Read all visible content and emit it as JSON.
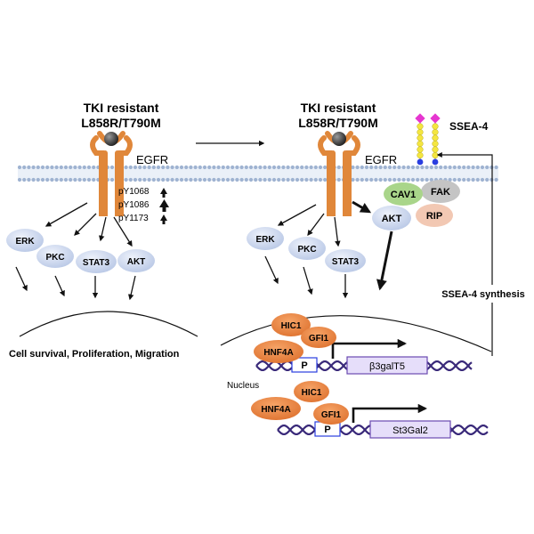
{
  "left_panel": {
    "title_line1": "TKI resistant",
    "title_line2": "L858R/T790M",
    "receptor_label": "EGFR",
    "phospho_sites": [
      "pY1068",
      "pY1086",
      "pY1173"
    ],
    "effectors": [
      "ERK",
      "PKC",
      "STAT3",
      "AKT"
    ],
    "outcome": "Cell survival,  Proliferation,  Migration"
  },
  "right_panel": {
    "title_line1": "TKI resistant",
    "title_line2": "L858R/T790M",
    "receptor_label": "EGFR",
    "glycolipid_label": "SSEA-4",
    "complex": [
      "CAV1",
      "FAK",
      "AKT",
      "RIP"
    ],
    "effectors": [
      "ERK",
      "PKC",
      "STAT3"
    ],
    "synthesis_label": "SSEA-4 synthesis",
    "nucleus_label": "Nucleus",
    "gene1": {
      "factors": [
        "HIC1",
        "GFI1",
        "HNF4A"
      ],
      "promoter": "P",
      "gene": "β3galT5"
    },
    "gene2": {
      "factors": [
        "HIC1",
        "HNF4A",
        "GFI1"
      ],
      "promoter": "P",
      "gene": "St3Gal2"
    }
  },
  "colors": {
    "effector_fill": "#c9d6ee",
    "receptor": "#e0873a",
    "tf_fill": "#ef8c4a",
    "cav1": "#a9d58a",
    "fak": "#c4c4c4",
    "rip": "#f2c8b3",
    "dna": "#3a2a7a",
    "gene_box": "#e6defa",
    "glycan_yellow": "#f4e640",
    "glycan_pink": "#e636d0",
    "glycan_blue": "#2a3ee0"
  }
}
